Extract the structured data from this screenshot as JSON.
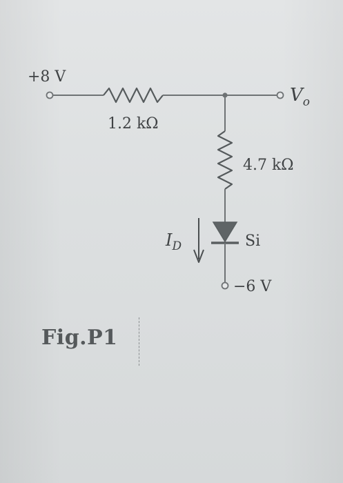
{
  "figure": {
    "caption": "Fig.P1"
  },
  "circuit": {
    "supply_positive": "+8 V",
    "supply_negative": "−6 V",
    "resistor_top": "1.2 kΩ",
    "resistor_vertical": "4.7 kΩ",
    "diode_type": "Si",
    "output_label_main": "V",
    "output_label_sub": "o",
    "current_label_main": "I",
    "current_label_sub": "D"
  }
}
